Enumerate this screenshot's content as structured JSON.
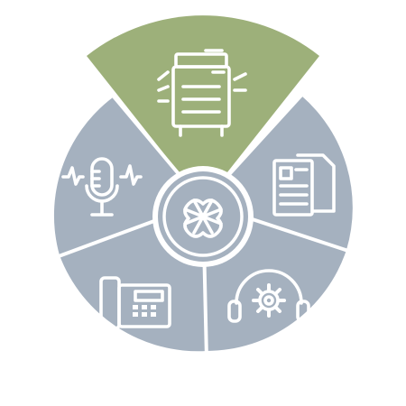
{
  "diagram": {
    "colors": {
      "segment": "#a5b1bf",
      "active_segment": "#9db07a",
      "divider": "#ffffff",
      "hub_fill": "#a5b1bf",
      "hub_ring": "#ffffff",
      "icon": "#ffffff"
    },
    "segments": [
      {
        "icon": "copier-icon",
        "state": "active"
      },
      {
        "icon": "documents-icon",
        "state": "default"
      },
      {
        "icon": "headset-gear-icon",
        "state": "default"
      },
      {
        "icon": "desk-phone-icon",
        "state": "default"
      },
      {
        "icon": "microphone-icon",
        "state": "default"
      }
    ],
    "hub": {
      "icon": "woven-knot-logo"
    }
  }
}
